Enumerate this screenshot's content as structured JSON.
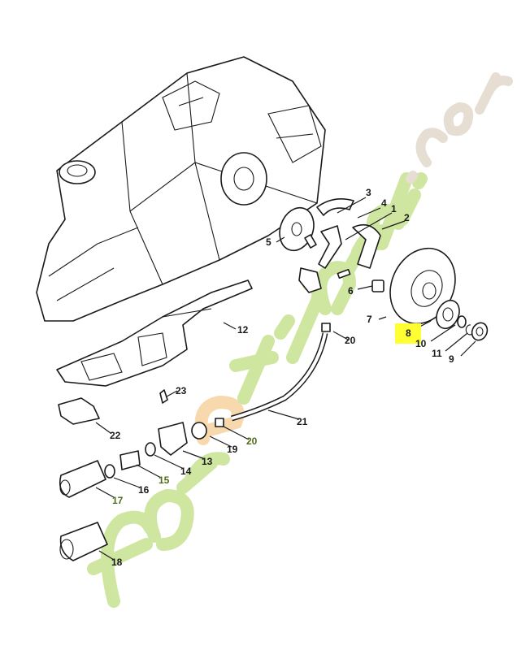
{
  "diagram": {
    "watermark": "foretjardin.com",
    "highlight_color": "#ffff33",
    "highlighted_part": "8",
    "labels": {
      "p1": "1",
      "p2": "2",
      "p3": "3",
      "p4": "4",
      "p5": "5",
      "p6": "6",
      "p7": "7",
      "p8": "8",
      "p9": "9",
      "p10": "10",
      "p11": "11",
      "p12": "12",
      "p13": "13",
      "p14": "14",
      "p15": "15",
      "p16": "16",
      "p17": "17",
      "p18": "18",
      "p19": "19",
      "p20a": "20",
      "p20b": "20",
      "p21": "21",
      "p22": "22",
      "p23": "23"
    }
  }
}
